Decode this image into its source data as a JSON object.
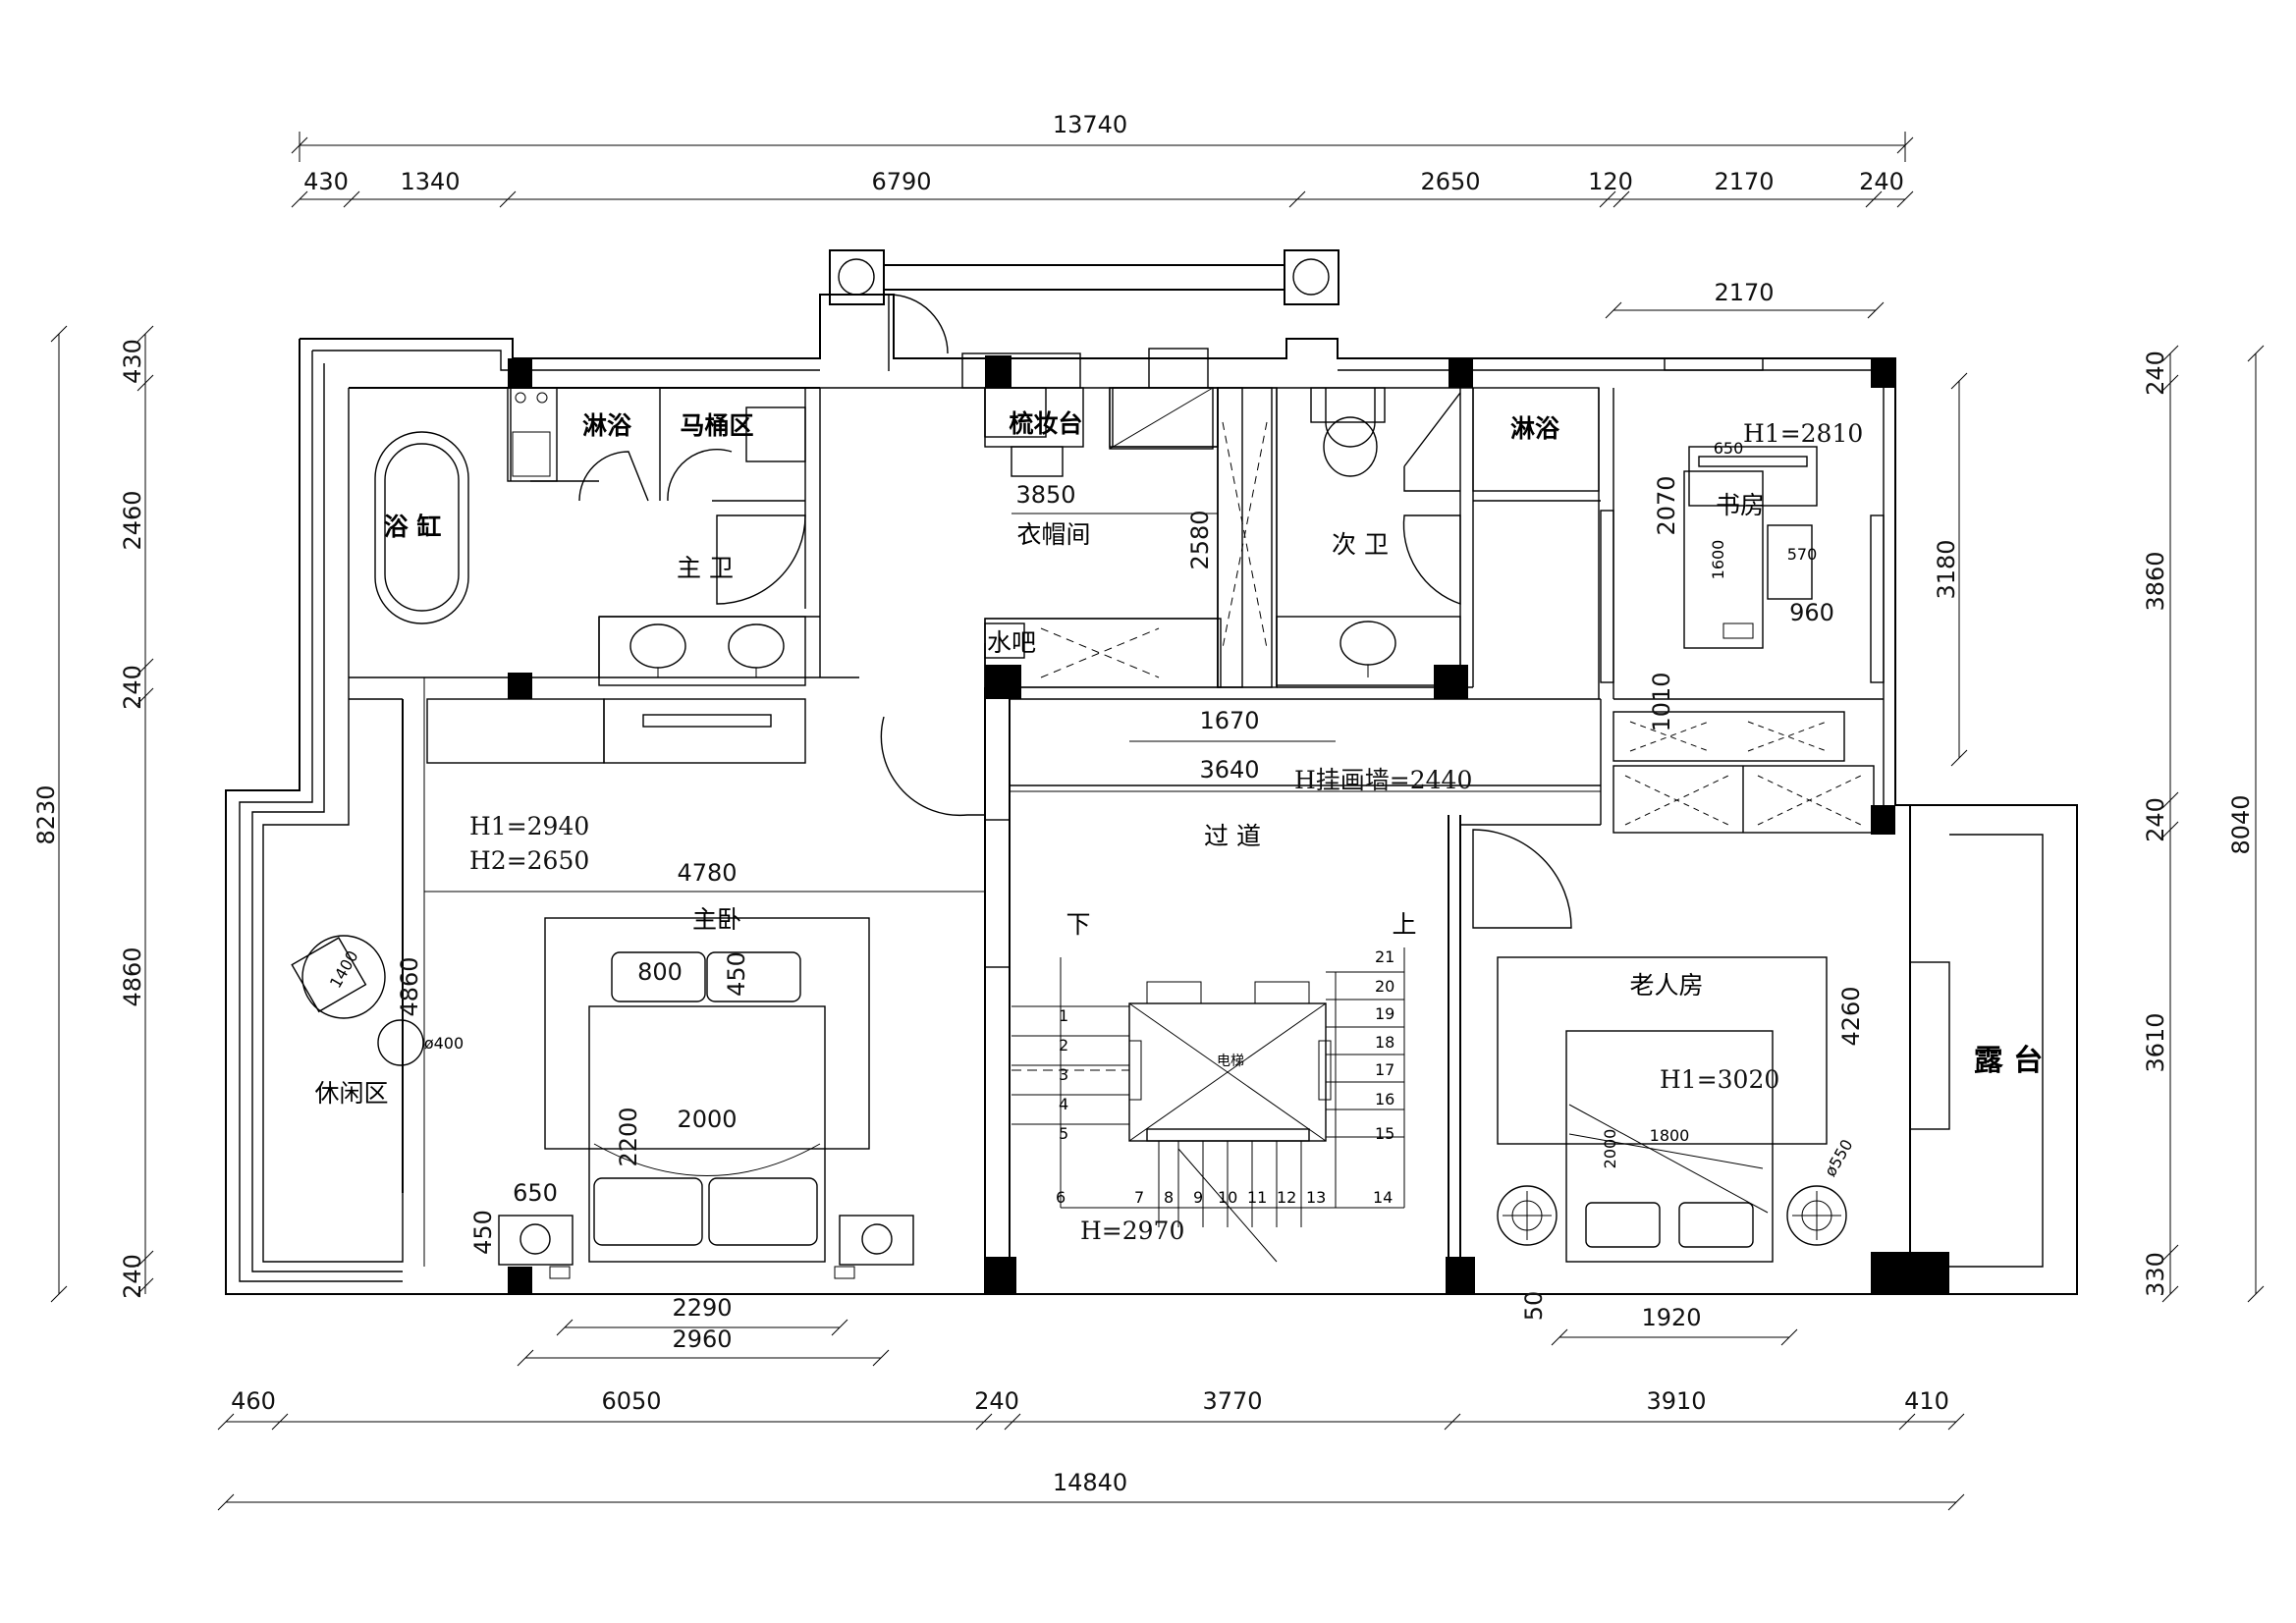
{
  "dimensions": {
    "top_total": "13740",
    "top_segments": [
      "430",
      "1340",
      "6790",
      "2650",
      "120",
      "2170",
      "240"
    ],
    "top_inner": "2170",
    "bottom_segments": [
      "460",
      "6050",
      "240",
      "3770",
      "3910",
      "410"
    ],
    "bottom_total": "14840",
    "left_segments": [
      "430",
      "2460",
      "240",
      "4860",
      "240"
    ],
    "left_total": "8230",
    "right_segments": [
      "240",
      "3860",
      "240",
      "3610",
      "330"
    ],
    "right_total": "8040",
    "right_inner": "3180",
    "interior": {
      "d3850": "3850",
      "d2580": "2580",
      "d1670": "1670",
      "d3640": "3640",
      "d4780": "4780",
      "d4860": "4860",
      "d2070": "2070",
      "d960": "960",
      "d1010": "1010",
      "d4260": "4260",
      "d1920": "1920",
      "d50": "50",
      "d2290": "2290",
      "d2960": "2960",
      "d2000": "2000",
      "d2200": "2200",
      "d800": "800",
      "d450a": "450",
      "d650": "650",
      "d450b": "450",
      "d1600": "1600",
      "d650s": "650",
      "d570": "570",
      "d400": "ø400",
      "d550": "ø550",
      "d1800": "1800",
      "d2000b": "2000",
      "d1400": "1400"
    }
  },
  "rooms": {
    "master_bath": "主 卫",
    "shower1": "淋浴",
    "toilet_area": "马桶区",
    "bathtub": "浴 缸",
    "dressing_table": "梳妆台",
    "cloakroom": "衣帽间",
    "second_bath": "次 卫",
    "shower2": "淋浴",
    "study": "书房",
    "water_bar": "水吧",
    "corridor": "过 道",
    "master_bed": "主卧",
    "leisure": "休闲区",
    "elder_room": "老人房",
    "terrace": "露 台",
    "down": "下",
    "up": "上",
    "elevator": "电梯"
  },
  "notes": {
    "study_h": "H1=2810",
    "corridor_h": "H挂画墙=2440",
    "master_h1": "H1=2940",
    "master_h2": "H2=2650",
    "elder_h": "H1=3020",
    "stair_h": "H=2970"
  },
  "stairs": {
    "left": [
      "1",
      "2",
      "3",
      "4",
      "5",
      "6"
    ],
    "bottom": [
      "7",
      "8",
      "9",
      "10",
      "11",
      "12",
      "13",
      "14"
    ],
    "right": [
      "15",
      "16",
      "17",
      "18",
      "19",
      "20",
      "21"
    ]
  }
}
